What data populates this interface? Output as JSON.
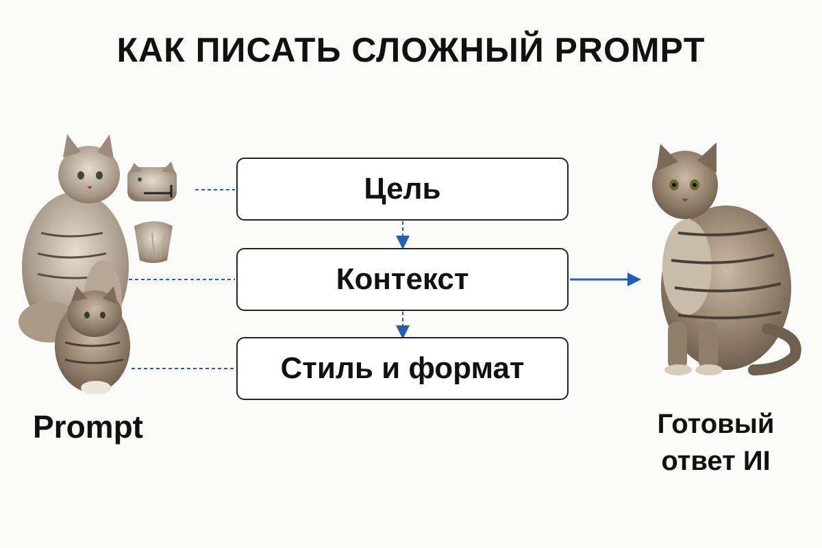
{
  "title": "КАК ПИСАТЬ СЛОЖНЫЙ PROMPT",
  "steps": [
    {
      "label": "Цель"
    },
    {
      "label": "Контекст"
    },
    {
      "label": "Стиль и формат"
    }
  ],
  "left_label": "Prompt",
  "right_label_line1": "Готовый",
  "right_label_line2": "ответ ИI",
  "colors": {
    "connector": "#1f5fb5",
    "box_border": "#222222",
    "cat_fur": "#8a7a66",
    "cat_stripe": "#4a3f34"
  },
  "icons": [
    "cat-illustration-icon",
    "cat-head-icon",
    "cat-chest-icon",
    "cat-loaf-icon",
    "arrow-right-icon",
    "arrow-down-icon"
  ]
}
